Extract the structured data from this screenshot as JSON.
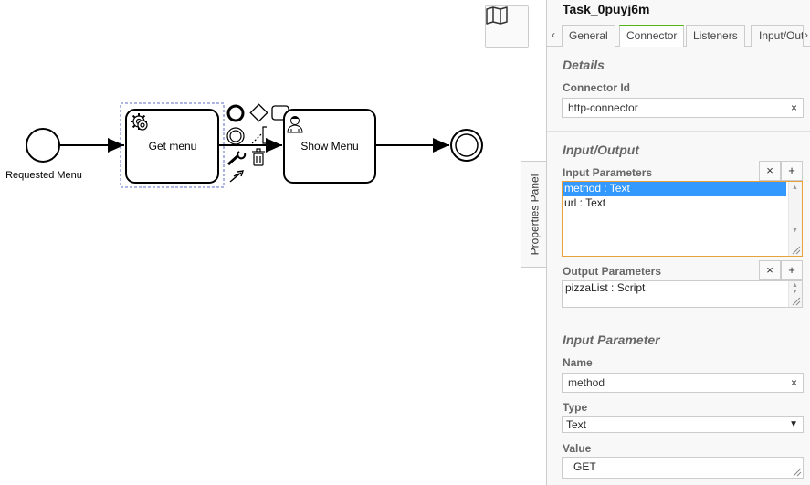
{
  "canvas": {
    "start_event_label": "Requested Menu",
    "service_task_label": "Get menu",
    "user_task_label": "Show Menu",
    "minimap_icon": "map-icon",
    "palette_icons": [
      "end-event-icon",
      "gateway-icon",
      "task-icon",
      "intermediate-event-icon",
      "text-annotation-icon",
      "wrench-icon",
      "trash-icon",
      "connect-icon",
      "service-gear-icon",
      "user-icon"
    ]
  },
  "properties_toggle": {
    "label": "Properties Panel"
  },
  "panel": {
    "title": "Task_0puyj6m",
    "tabs": [
      {
        "label": "General"
      },
      {
        "label": "Connector"
      },
      {
        "label": "Listeners"
      },
      {
        "label": "Input/Out"
      }
    ],
    "active_tab": "Connector",
    "details": {
      "title": "Details",
      "connector_id_label": "Connector Id",
      "connector_id_value": "http-connector"
    },
    "io": {
      "title": "Input/Output",
      "input_params_label": "Input Parameters",
      "input_params": [
        "method : Text",
        "url : Text"
      ],
      "selected_input": "method : Text",
      "output_params_label": "Output Parameters",
      "output_params": [
        "pizzaList : Script"
      ]
    },
    "input_parameter": {
      "title": "Input Parameter",
      "name_label": "Name",
      "name_value": "method",
      "type_label": "Type",
      "type_value": "Text",
      "value_label": "Value",
      "value_value": "GET"
    },
    "buttons": {
      "clear": "×",
      "add": "+"
    },
    "colors": {
      "active_tab": "#52b415",
      "selection": "#3399ff",
      "focus": "#e9a23b"
    }
  }
}
